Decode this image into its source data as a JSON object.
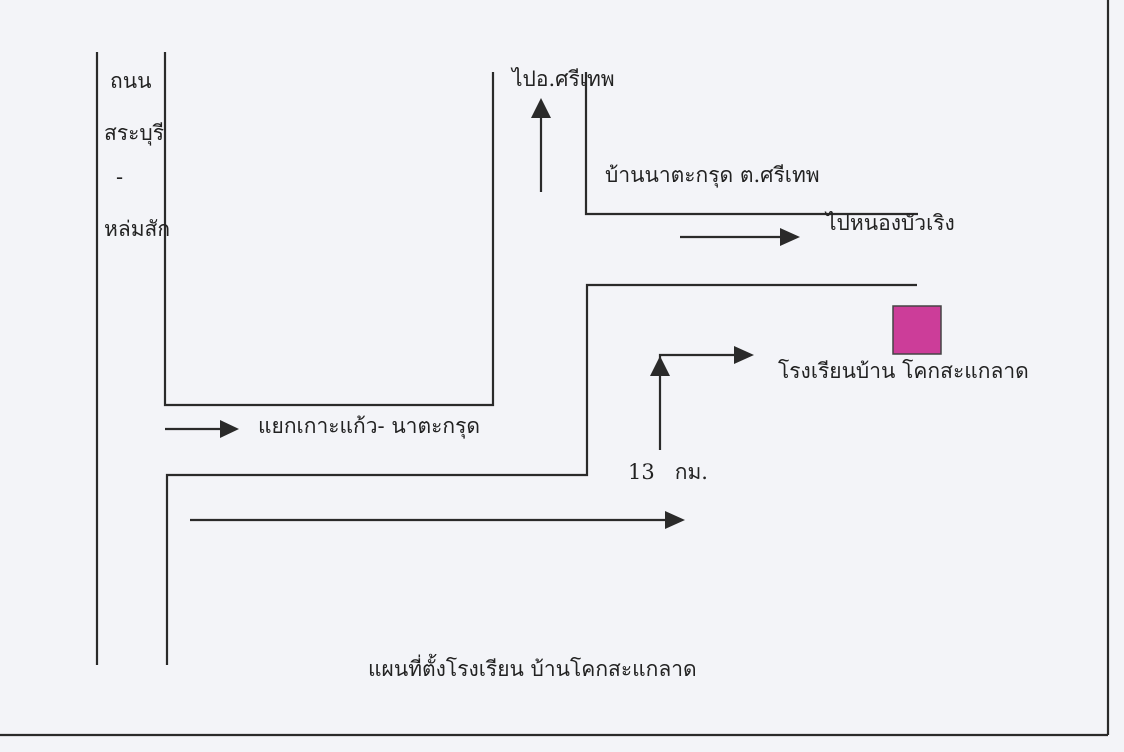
{
  "labels": {
    "road_name_1": "ถนน",
    "road_name_2": "สระบุรี",
    "road_name_dash": "-",
    "road_name_3": "หล่มสัก",
    "to_si_thep": "ไปอ.ศรีเทพ",
    "ban_na_ta_krut": "บ้านนาตะกรุด ต.ศรีเทพ",
    "to_nong_bua_roeng": "ไปหนองบัวเริง",
    "junction": "แยกเกาะแก้ว- นาตะกรุด",
    "school": "โรงเรียนบ้าน โคกสะแกลาด",
    "distance": "13   กม.",
    "title": "แผนที่ตั้งโรงเรียน บ้านโคกสะแกลาด"
  },
  "colors": {
    "school_marker": "#cc3d99",
    "line": "#2a2a2a"
  }
}
